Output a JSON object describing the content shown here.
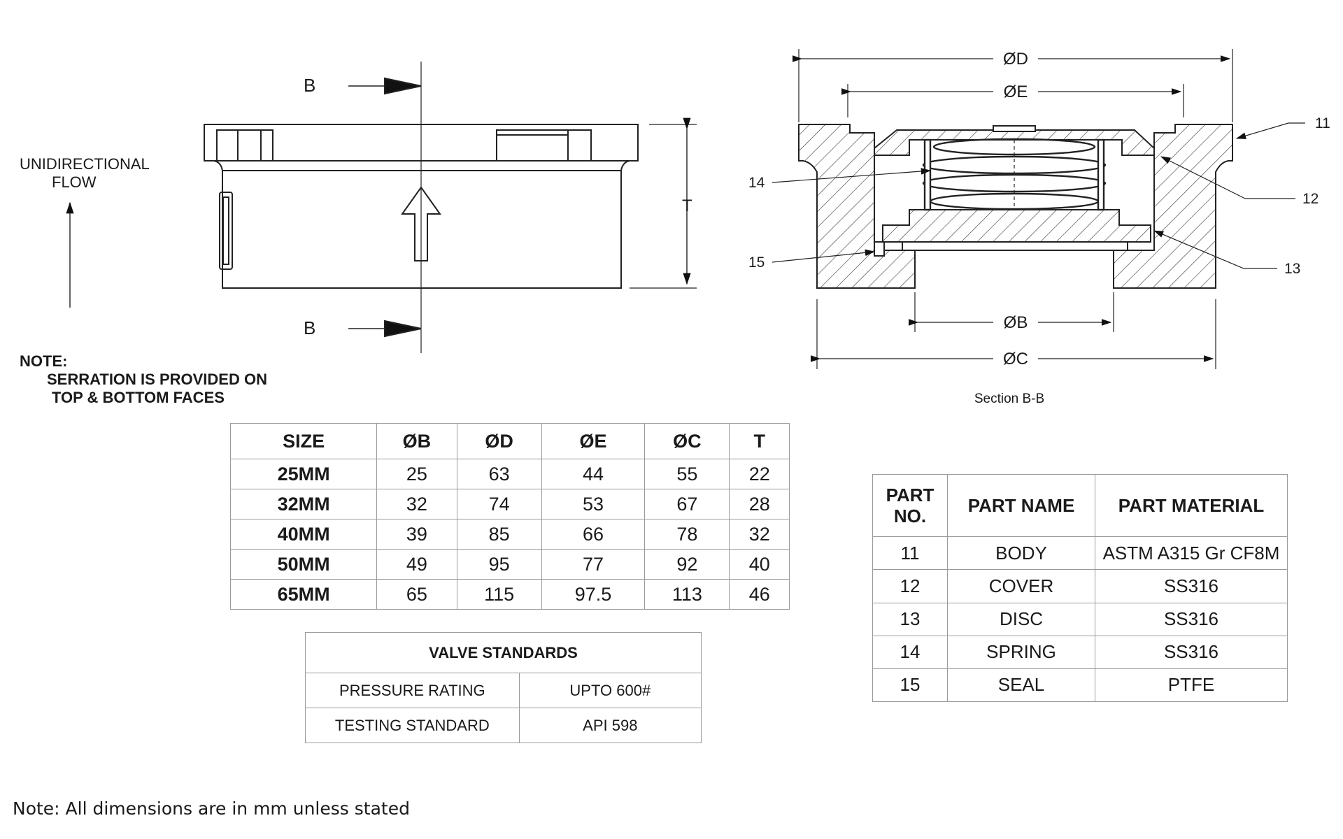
{
  "front_view": {
    "section_label_top": "B",
    "section_label_bottom": "B",
    "thickness_label": "T",
    "flow_label_line1": "UNIDIRECTIONAL",
    "flow_label_line2": "FLOW"
  },
  "note": {
    "title": "NOTE:",
    "line1": "SERRATION IS PROVIDED ON",
    "line2": "TOP & BOTTOM FACES"
  },
  "section_view": {
    "dim_D": "ØD",
    "dim_E": "ØE",
    "dim_B": "ØB",
    "dim_C": "ØC",
    "callouts": [
      "11",
      "12",
      "13",
      "14",
      "15"
    ],
    "caption": "Section B-B"
  },
  "dimension_table": {
    "headers": [
      "SIZE",
      "ØB",
      "ØD",
      "ØE",
      "ØC",
      "T"
    ],
    "rows": [
      [
        "25MM",
        "25",
        "63",
        "44",
        "55",
        "22"
      ],
      [
        "32MM",
        "32",
        "74",
        "53",
        "67",
        "28"
      ],
      [
        "40MM",
        "39",
        "85",
        "66",
        "78",
        "32"
      ],
      [
        "50MM",
        "49",
        "95",
        "77",
        "92",
        "40"
      ],
      [
        "65MM",
        "65",
        "115",
        "97.5",
        "113",
        "46"
      ]
    ]
  },
  "valve_standards": {
    "title": "VALVE STANDARDS",
    "rows": [
      [
        "PRESSURE RATING",
        "UPTO 600#"
      ],
      [
        "TESTING STANDARD",
        "API 598"
      ]
    ]
  },
  "parts_table": {
    "header_no_line1": "PART",
    "header_no_line2": "NO.",
    "header_name": "PART NAME",
    "header_material": "PART MATERIAL",
    "rows": [
      [
        "11",
        "BODY",
        "ASTM A315 Gr CF8M"
      ],
      [
        "12",
        "COVER",
        "SS316"
      ],
      [
        "13",
        "DISC",
        "SS316"
      ],
      [
        "14",
        "SPRING",
        "SS316"
      ],
      [
        "15",
        "SEAL",
        "PTFE"
      ]
    ]
  },
  "footer_note": "Note: All dimensions are in mm unless stated"
}
